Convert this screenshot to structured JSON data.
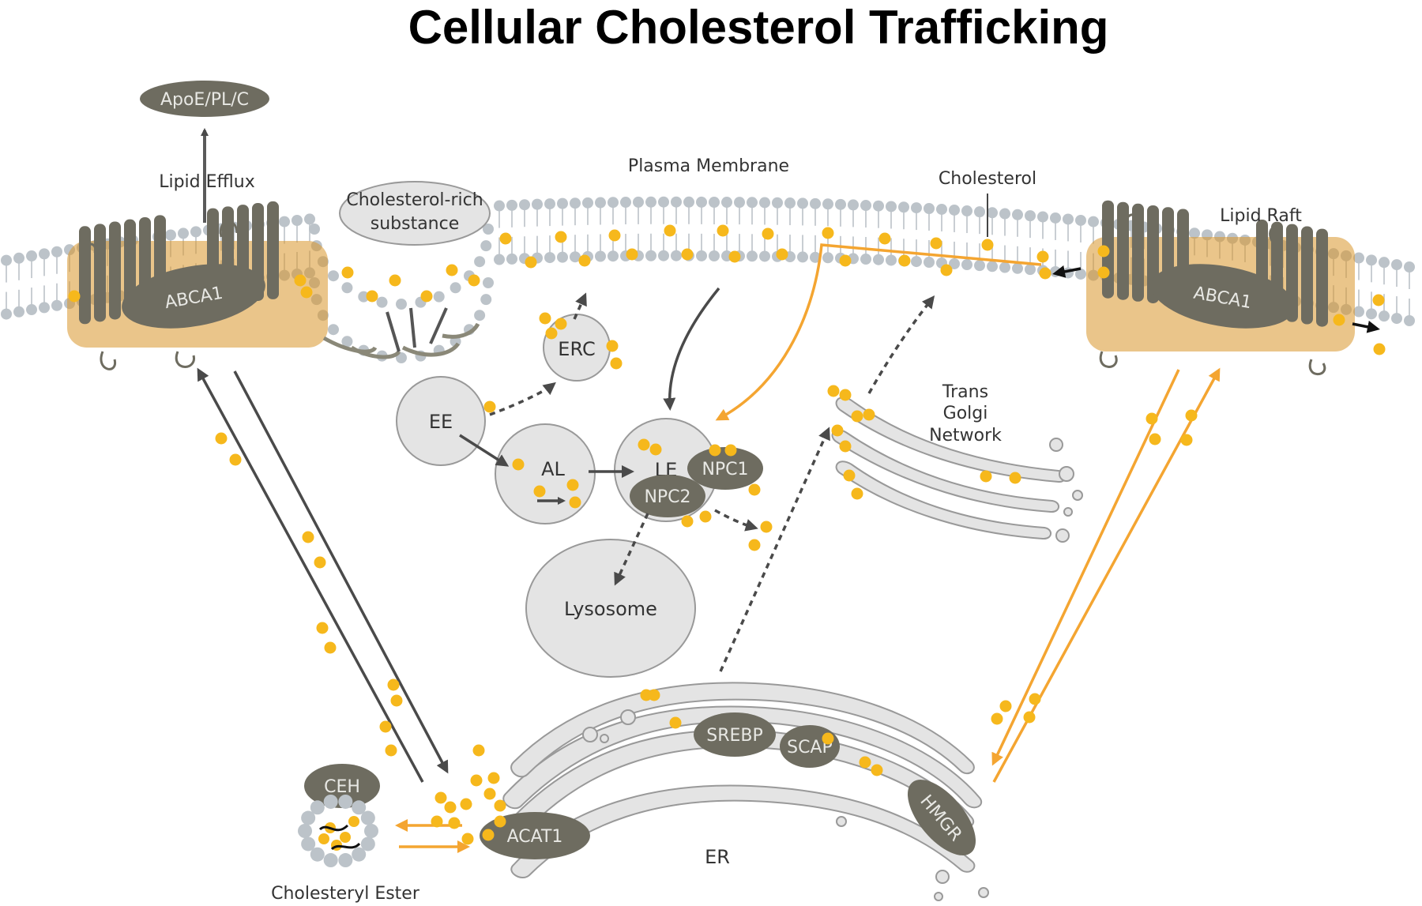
{
  "title": "Cellular Cholesterol Trafficking",
  "labels": {
    "apoe": "ApoE/PL/C",
    "lipid_efflux": "Lipid Efflux",
    "plasma_membrane": "Plasma Membrane",
    "cholesterol": "Cholesterol",
    "lipid_raft": "Lipid Raft",
    "chol_rich_1": "Cholesterol-rich",
    "chol_rich_2": "substance",
    "tgn_1": "Trans",
    "tgn_2": "Golgi",
    "tgn_3": "Network",
    "er": "ER",
    "cholesteryl_ester": "Cholesteryl Ester"
  },
  "organelles": {
    "erc": "ERC",
    "ee": "EE",
    "al": "AL",
    "le": "LE",
    "lysosome": "Lysosome"
  },
  "proteins": {
    "abca1_left": "ABCA1",
    "abca1_right": "ABCA1",
    "npc1": "NPC1",
    "npc2": "NPC2",
    "srebp": "SREBP",
    "scap": "SCAP",
    "hmgr": "HMGR",
    "acat1": "ACAT1",
    "ceh": "CEH"
  },
  "colors": {
    "cholesterol": "#f6b81c",
    "protein": "#6e6c60",
    "membrane_head": "#bcc3c9",
    "organelle": "#e4e4e4",
    "raft": "#d8962a",
    "arrow_dark": "#4a4a4a",
    "arrow_orange": "#f4a531"
  }
}
